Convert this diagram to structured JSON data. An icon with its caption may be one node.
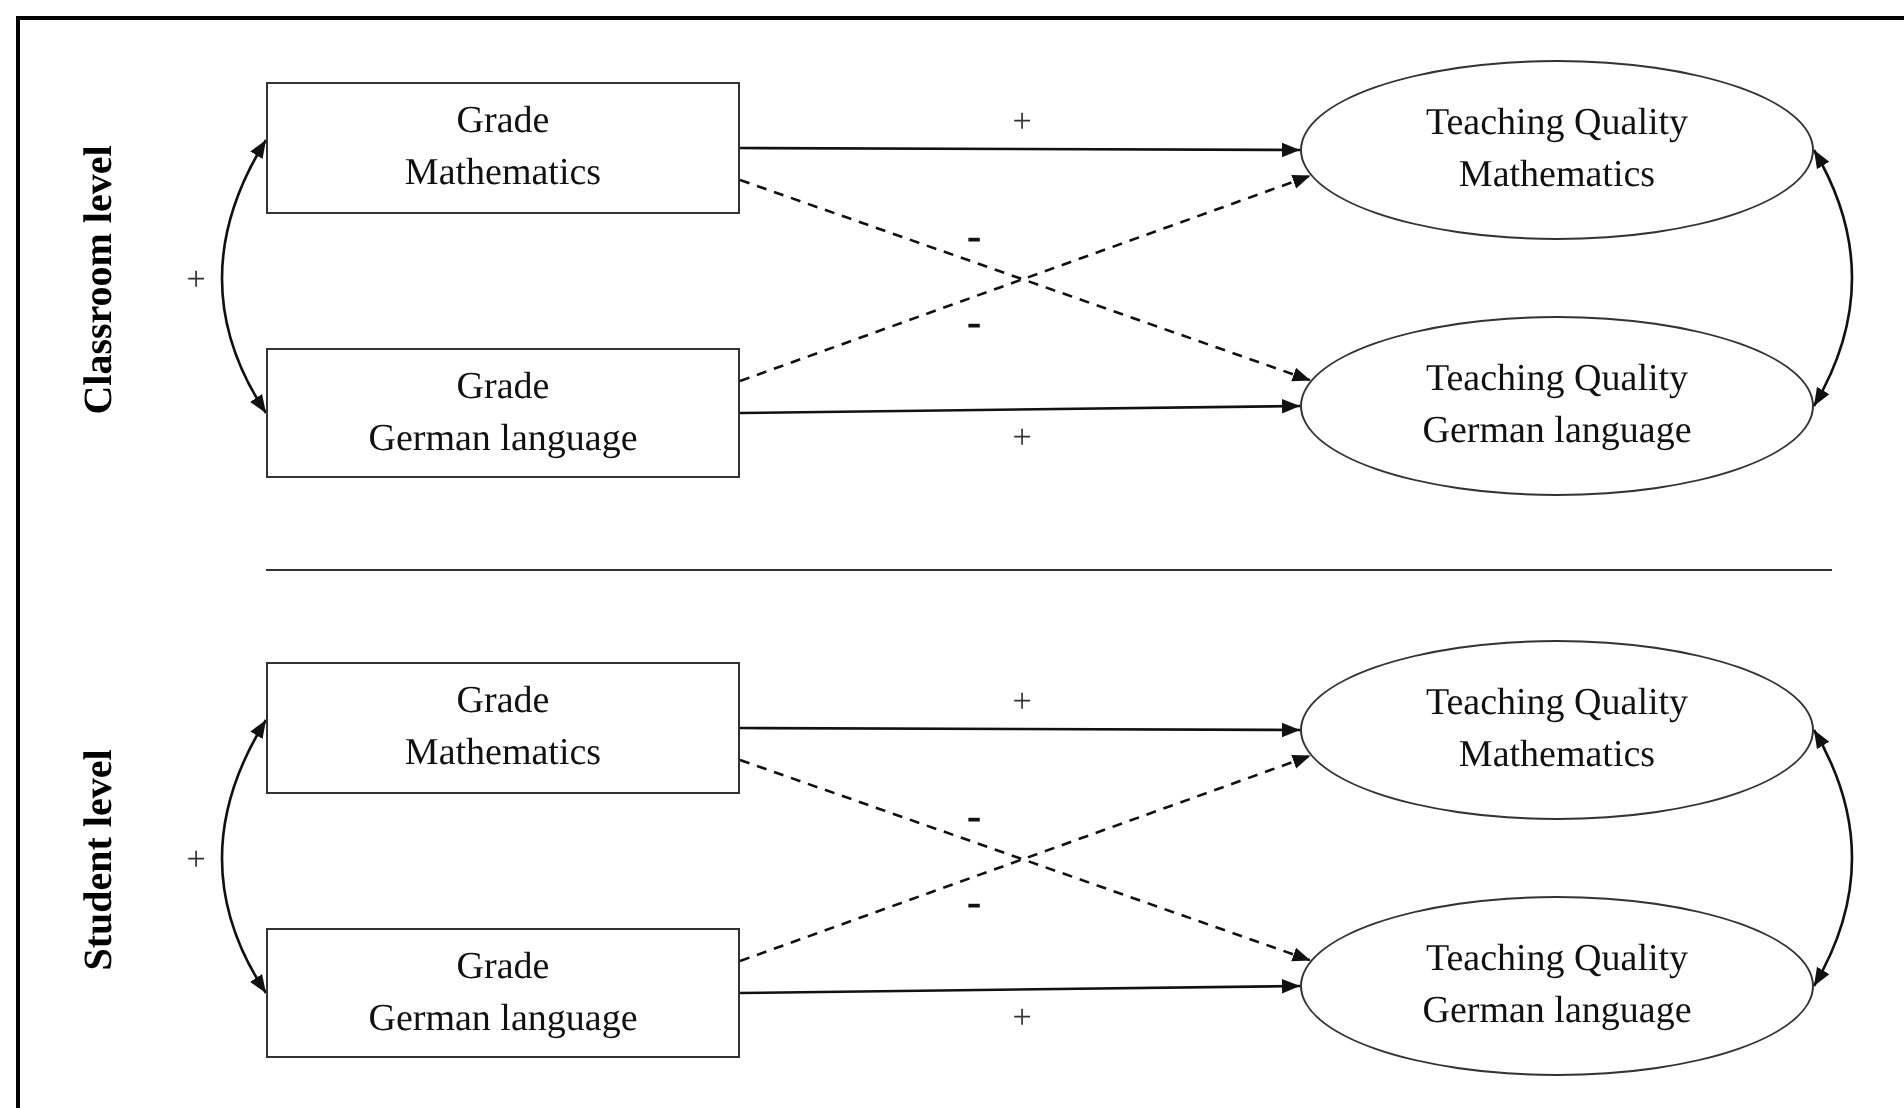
{
  "diagram": {
    "nodes": [
      {
        "text": [
          "Grade",
          "Mathematics"
        ]
      },
      {
        "text": [
          "Grade",
          "German language"
        ]
      },
      {
        "text": [
          "Teaching Quality",
          "Mathematics"
        ]
      },
      {
        "text": [
          "Teaching Quality",
          "German language"
        ]
      },
      {
        "text": [
          "Grade",
          "Mathematics"
        ]
      },
      {
        "text": [
          "Grade",
          "German language"
        ]
      },
      {
        "text": [
          "Teaching Quality",
          "Mathematics"
        ]
      },
      {
        "text": [
          "Teaching Quality",
          "German language"
        ]
      }
    ],
    "edges": [
      {
        "from": 0,
        "to": 2,
        "arrow": "to",
        "label": "+"
      },
      {
        "from": 0,
        "to": 3,
        "arrow": "to",
        "label": "-",
        "style": "dashed"
      },
      {
        "from": 1,
        "to": 2,
        "arrow": "to",
        "label": "-",
        "style": "dashed"
      },
      {
        "from": 1,
        "to": 3,
        "arrow": "to",
        "label": "+"
      },
      {
        "from": 0,
        "to": 1,
        "arrow": "both",
        "label": "+"
      },
      {
        "from": 2,
        "to": 3,
        "arrow": "both"
      },
      {
        "from": 4,
        "to": 6,
        "arrow": "to",
        "label": "+"
      },
      {
        "from": 4,
        "to": 7,
        "arrow": "to",
        "label": "-",
        "style": "dashed"
      },
      {
        "from": 5,
        "to": 6,
        "arrow": "to",
        "label": "-",
        "style": "dashed"
      },
      {
        "from": 5,
        "to": 7,
        "arrow": "to",
        "label": "+"
      },
      {
        "from": 4,
        "to": 5,
        "arrow": "both",
        "label": "+"
      },
      {
        "from": 6,
        "to": 7,
        "arrow": "both"
      }
    ],
    "labels": [
      "Classroom level",
      "Student level"
    ]
  }
}
